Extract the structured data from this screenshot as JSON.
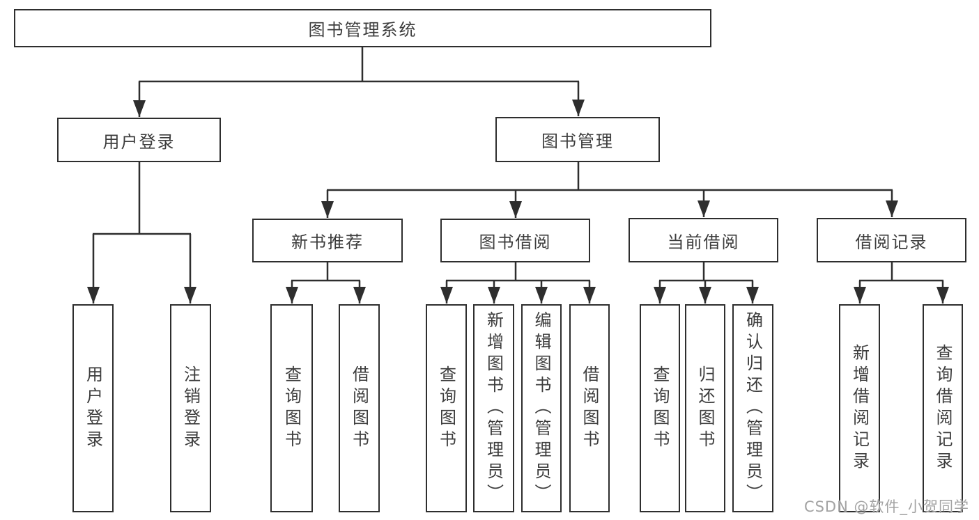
{
  "diagram": {
    "tree": {
      "label": "图书管理系统",
      "children": [
        {
          "label": "用户登录",
          "children": [
            {
              "label": "用户登录"
            },
            {
              "label": "注销登录"
            }
          ]
        },
        {
          "label": "图书管理",
          "children": [
            {
              "label": "新书推荐",
              "children": [
                {
                  "label": "查询图书"
                },
                {
                  "label": "借阅图书"
                }
              ]
            },
            {
              "label": "图书借阅",
              "children": [
                {
                  "label": "查询图书"
                },
                {
                  "label": "新增图书（管理员）"
                },
                {
                  "label": "编辑图书（管理员）"
                },
                {
                  "label": "借阅图书"
                }
              ]
            },
            {
              "label": "当前借阅",
              "children": [
                {
                  "label": "查询图书"
                },
                {
                  "label": "归还图书"
                },
                {
                  "label": "确认归还（管理员）"
                }
              ]
            },
            {
              "label": "借阅记录",
              "children": [
                {
                  "label": "新增借阅记录"
                },
                {
                  "label": "查询借阅记录"
                }
              ]
            }
          ]
        }
      ]
    },
    "colors": {
      "line": "#2e2e2e",
      "box_border": "#2e2e2e",
      "box_fill": "#ffffff",
      "text": "#3d3d3d",
      "watermark": "#a3a3a3",
      "background": "#ffffff"
    }
  },
  "watermark": {
    "text": "CSDN @软件_小贺同学"
  }
}
